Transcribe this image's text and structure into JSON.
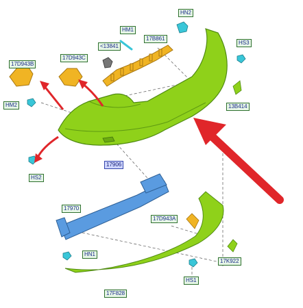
{
  "labels": {
    "hn2_top": "HN2",
    "hm1": "HM1",
    "b17b861": "17B861",
    "hs3": "HS3",
    "n13841": "<13841",
    "d17d943b": "17D943B",
    "d17d943c": "17D943C",
    "hm2": "HM2",
    "b13b414": "13B414",
    "b17906": "17906",
    "hs2": "HS2",
    "b17970": "17970",
    "d17d943a": "17D943A",
    "hn1": "HN1",
    "k17k922": "17K922",
    "hs1": "HS1",
    "f17f828": "17F828"
  },
  "colors": {
    "bumper_green": "#8fd11a",
    "bracket_orange": "#f0b424",
    "beam_blue": "#5a9be0",
    "fastener_cyan": "#39c6d8",
    "arrow_red": "#e0262a",
    "label_fill": "#e6f6e6",
    "label_highlight": "#cfd6ff"
  }
}
